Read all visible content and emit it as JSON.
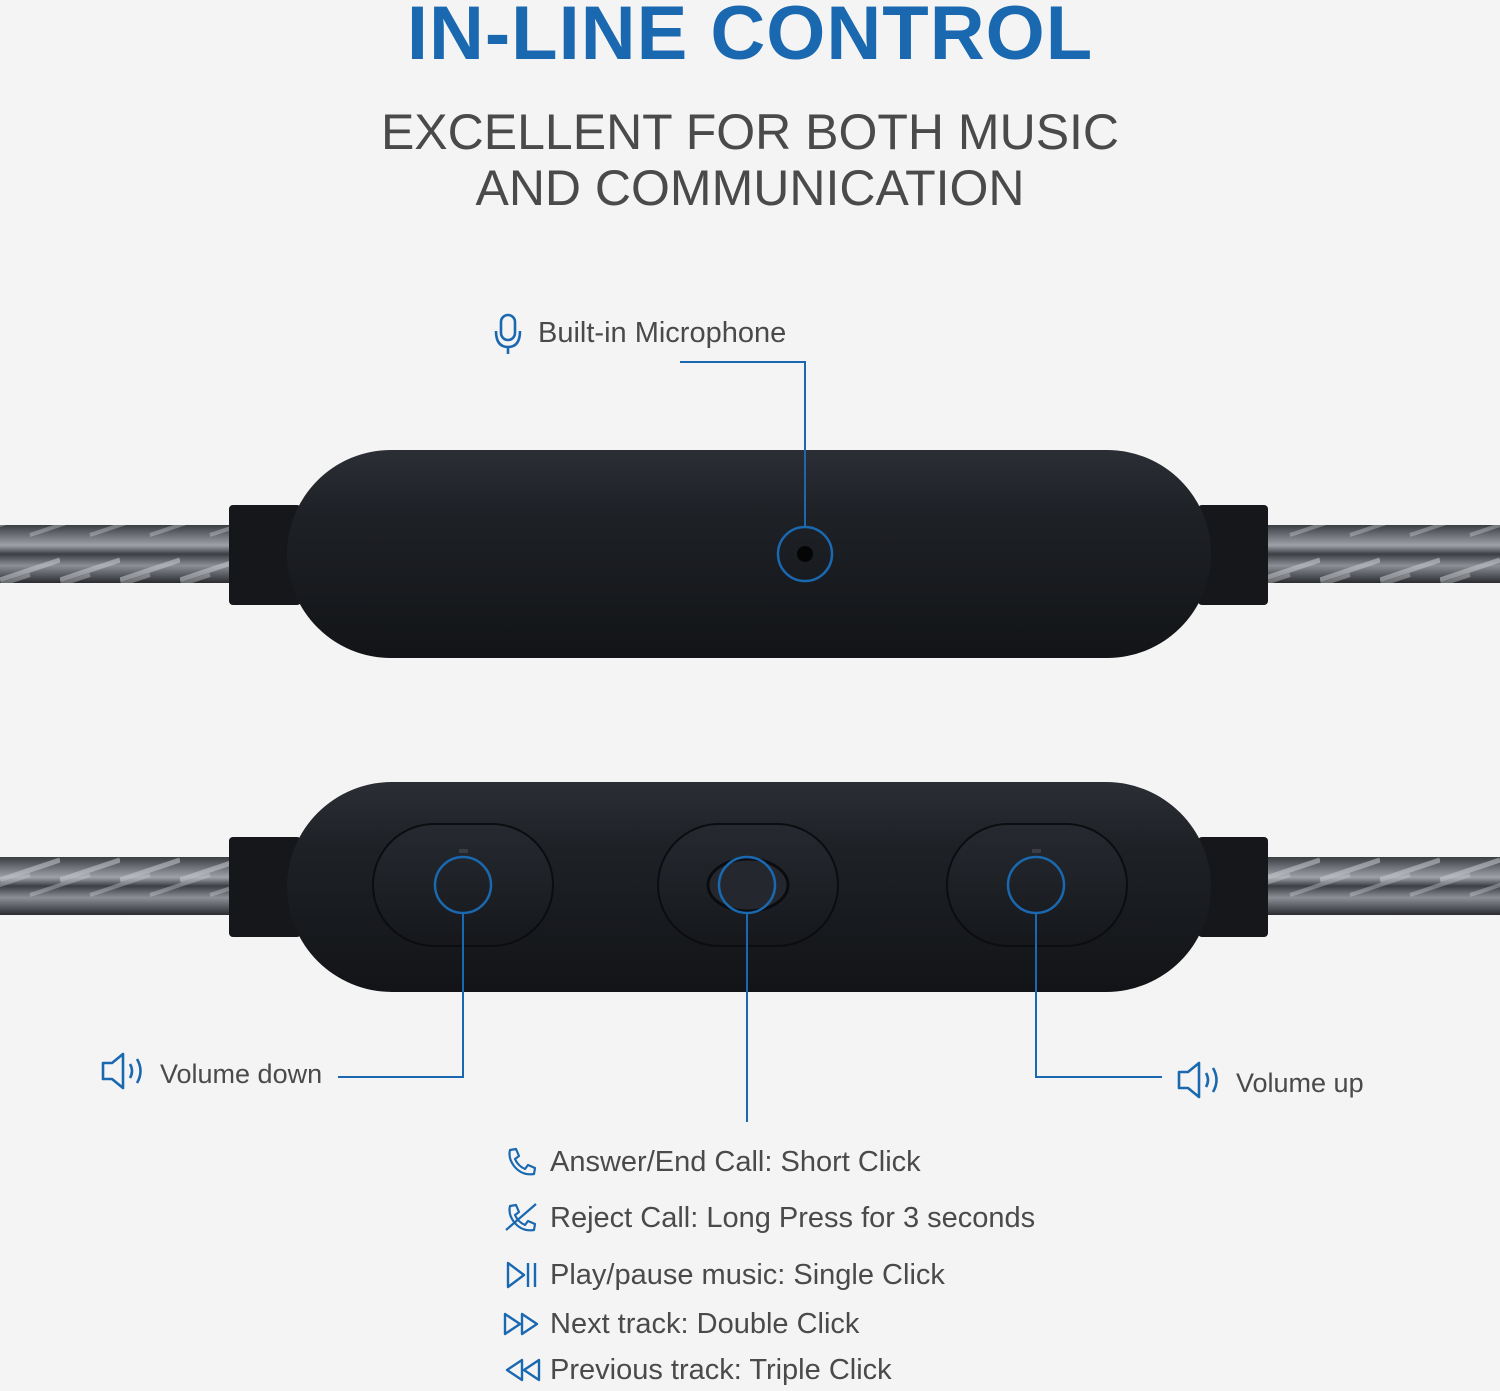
{
  "header": {
    "title": "IN-LINE CONTROL",
    "subtitle_line1": "EXCELLENT FOR BOTH MUSIC",
    "subtitle_line2": "AND COMMUNICATION"
  },
  "callouts": {
    "microphone": "Built-in Microphone",
    "volume_down": "Volume down",
    "volume_up": "Volume up"
  },
  "functions": [
    {
      "icon": "phone-icon",
      "text": "Answer/End Call: Short Click"
    },
    {
      "icon": "phone-reject-icon",
      "text": "Reject Call: Long Press for 3 seconds"
    },
    {
      "icon": "play-pause-icon",
      "text": "Play/pause music: Single Click"
    },
    {
      "icon": "next-track-icon",
      "text": "Next track: Double Click"
    },
    {
      "icon": "previous-track-icon",
      "text": "Previous track: Triple Click"
    }
  ],
  "colors": {
    "accent": "#1a68b0",
    "text": "#4a4a4a",
    "device": "#1b1e23",
    "background": "#f4f4f4"
  }
}
